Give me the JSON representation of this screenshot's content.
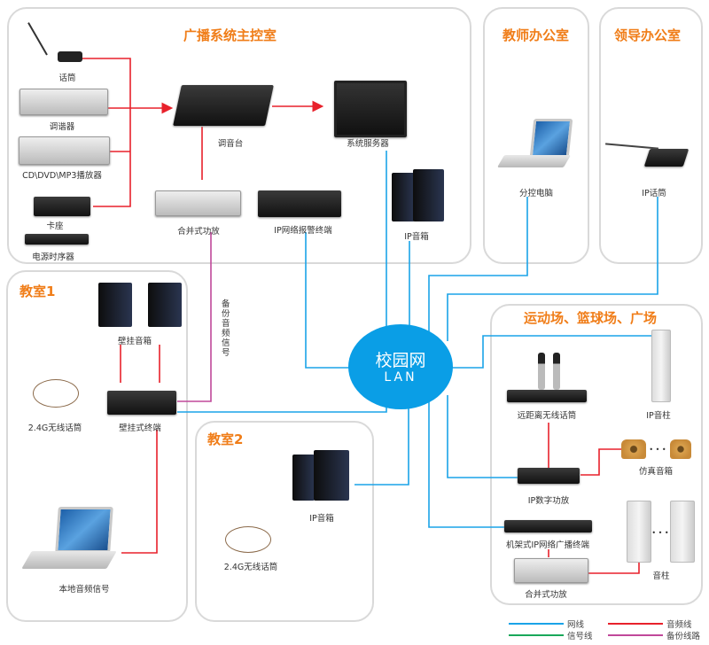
{
  "zones": {
    "main_control": "广播系统主控室",
    "teacher_office": "教师办公室",
    "leader_office": "领导办公室",
    "classroom1": "教室1",
    "classroom2": "教室2",
    "sports": "运动场、篮球场、广场"
  },
  "devices": {
    "mic": "话筒",
    "tuner": "调谐器",
    "cd_player": "CD\\DVD\\MP3播放器",
    "cassette": "卡座",
    "power_sequencer": "电源时序器",
    "mixer": "调音台",
    "server": "系统服务器",
    "integrated_amp": "合并式功放",
    "ip_alarm_terminal": "IP网络报警终端",
    "ip_speaker_main": "IP音箱",
    "control_pc": "分控电脑",
    "ip_mic": "IP话筒",
    "wall_speaker": "壁挂音箱",
    "wall_terminal": "壁挂式终端",
    "wireless_mic_c1": "2.4G无线话筒",
    "local_audio": "本地音频信号",
    "ip_speaker_c2": "IP音箱",
    "wireless_mic_c2": "2.4G无线话筒",
    "long_range_mic": "远距离无线话筒",
    "ip_column": "IP音柱",
    "ip_digital_amp": "IP数字功放",
    "simulated_speaker": "仿真音箱",
    "rack_terminal": "机架式IP网络广播终端",
    "integrated_amp_sports": "合并式功放",
    "column_speaker": "音柱"
  },
  "backup_signal_label": "备份音频信号",
  "lan": {
    "title": "校园网",
    "subtitle": "LAN"
  },
  "ellipsis": "• • •",
  "legend": [
    {
      "label": "网线",
      "color": "#1aa3e8"
    },
    {
      "label": "音频线",
      "color": "#e8212b"
    },
    {
      "label": "信号线",
      "color": "#19a85a"
    },
    {
      "label": "备份线路",
      "color": "#c0489a"
    }
  ]
}
